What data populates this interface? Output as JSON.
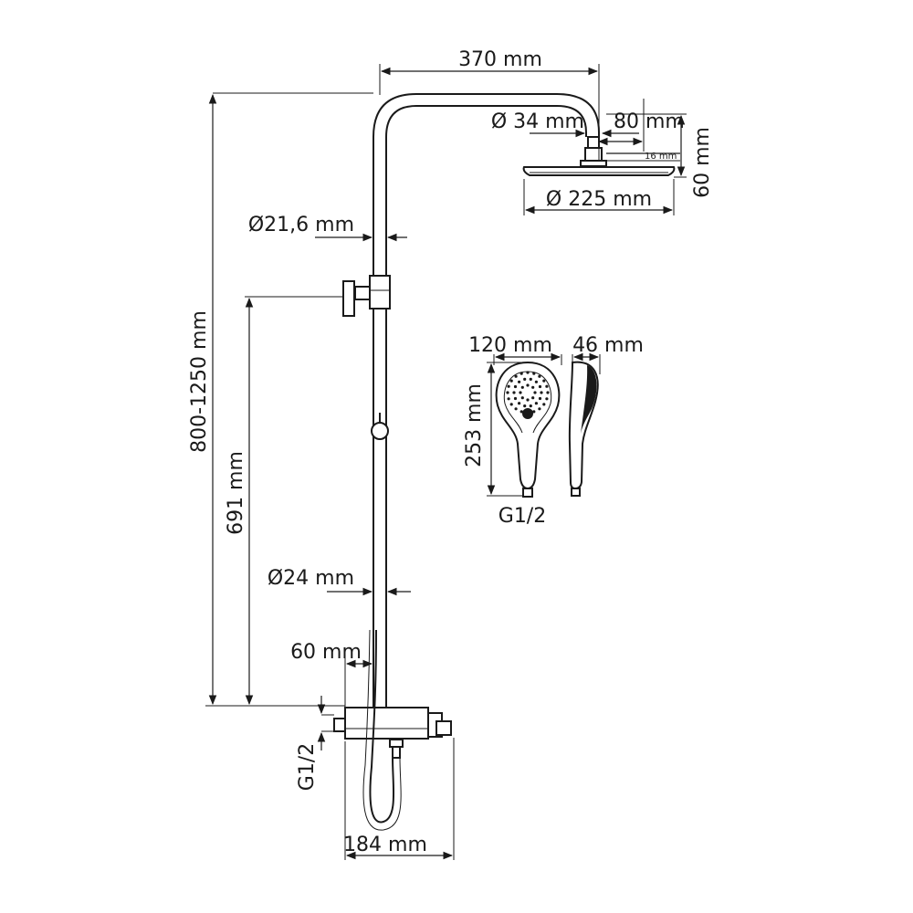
{
  "labels": {
    "top_width": "370 mm",
    "pipe_top_diameter": "Ø 34 mm",
    "head_offset": "80 mm",
    "head_thickness": "16 mm",
    "head_height": "60 mm",
    "head_diameter": "Ø 225 mm",
    "rail_diameter_upper": "Ø21,6 mm",
    "total_height": "800-1250 mm",
    "holder_height": "691 mm",
    "rail_diameter_lower": "Ø24 mm",
    "mixer_offset": "60 mm",
    "inlet_thread": "G1/2",
    "mixer_width": "184 mm",
    "hand_width": "120 mm",
    "hand_depth": "46 mm",
    "hand_length": "253 mm",
    "hand_thread": "G1/2"
  }
}
